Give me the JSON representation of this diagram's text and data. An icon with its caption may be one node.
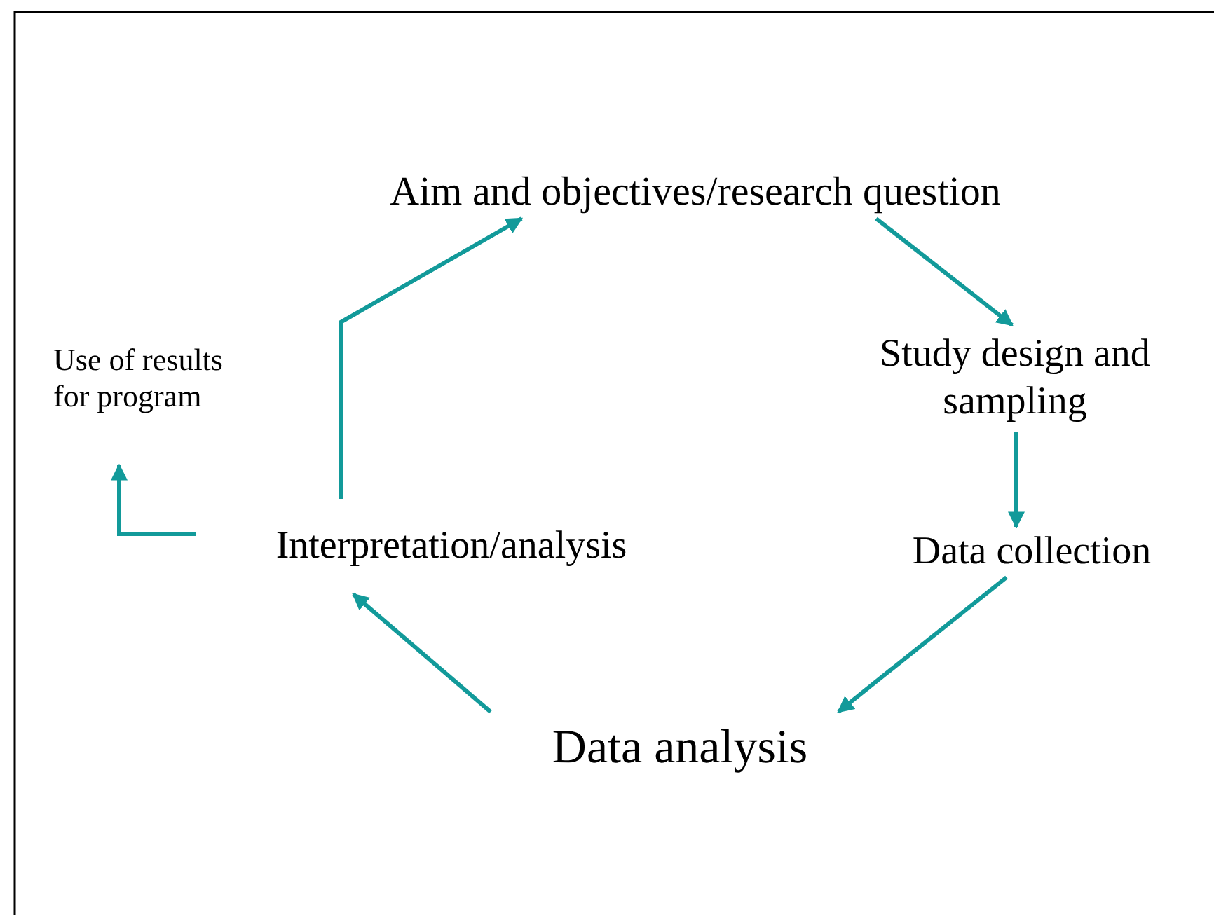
{
  "diagram": {
    "nodes": [
      {
        "text": [
          "Aim and objectives/research question"
        ]
      },
      {
        "text": [
          "Study design and sampling"
        ]
      },
      {
        "text": [
          "Data collection"
        ]
      },
      {
        "text": [
          "Data analysis"
        ]
      },
      {
        "text": [
          "Interpretation/analysis"
        ]
      },
      {
        "text": [
          "Use of results for program"
        ]
      }
    ],
    "edges": [
      {
        "from": 0,
        "to": 1,
        "arrow": "to"
      },
      {
        "from": 1,
        "to": 2,
        "arrow": "to"
      },
      {
        "from": 2,
        "to": 3,
        "arrow": "to"
      },
      {
        "from": 3,
        "to": 4,
        "arrow": "to"
      },
      {
        "from": 4,
        "to": 0,
        "arrow": "to"
      },
      {
        "from": 4,
        "to": 5,
        "arrow": "to"
      }
    ]
  }
}
